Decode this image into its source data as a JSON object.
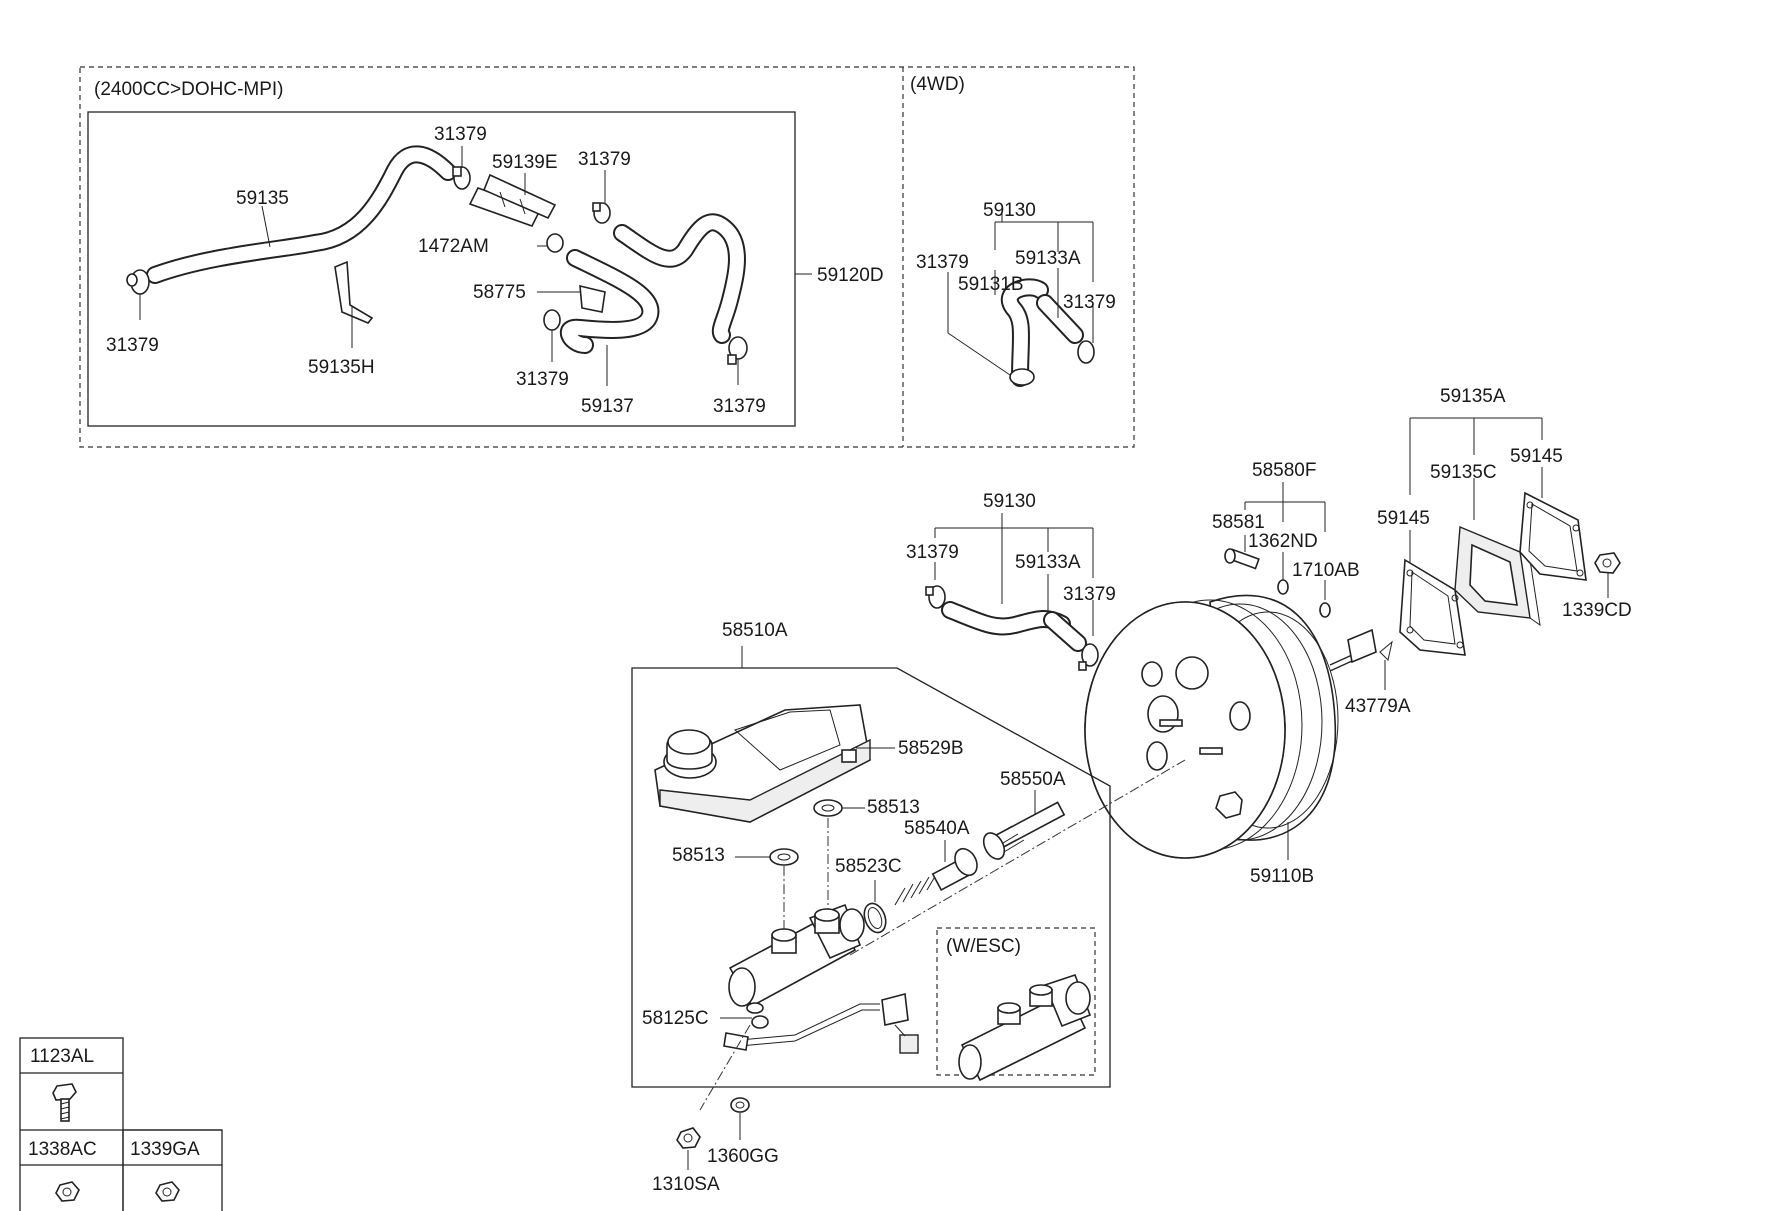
{
  "groups": {
    "engine_variant": "(2400CC>DOHC-MPI)",
    "drive_variant": "(4WD)",
    "esc_variant": "(W/ESC)"
  },
  "labels": {
    "p31379": "31379",
    "p59139E": "59139E",
    "p59135": "59135",
    "p1472AM": "1472AM",
    "p58775": "58775",
    "p59120D": "59120D",
    "p59135H": "59135H",
    "p59137": "59137",
    "p59130": "59130",
    "p59133A": "59133A",
    "p59131B": "59131B",
    "p59135A": "59135A",
    "p59135C": "59135C",
    "p59145": "59145",
    "p1339CD": "1339CD",
    "p58580F": "58580F",
    "p58581": "58581",
    "p1362ND": "1362ND",
    "p1710AB": "1710AB",
    "p43779A": "43779A",
    "p58510A": "58510A",
    "p58529B": "58529B",
    "p58513": "58513",
    "p58550A": "58550A",
    "p58540A": "58540A",
    "p58523C": "58523C",
    "p59110B": "59110B",
    "p58125C": "58125C",
    "p1360GG": "1360GG",
    "p1310SA": "1310SA"
  },
  "legend": {
    "c1": "1123AL",
    "c2": "1338AC",
    "c3": "1339GA"
  }
}
